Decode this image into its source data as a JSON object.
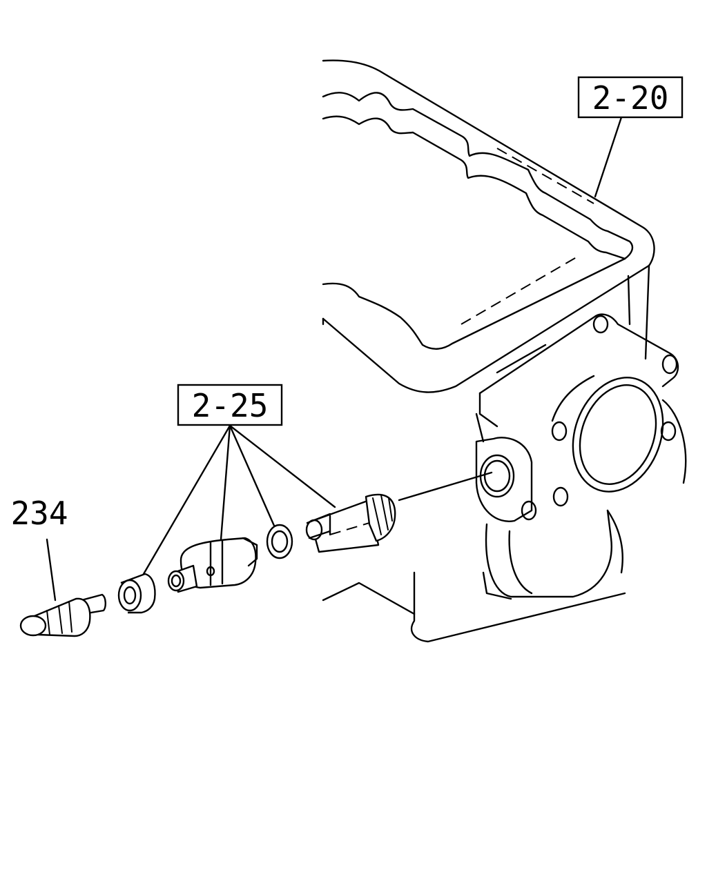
{
  "callouts": {
    "housing_ref": "2-20",
    "speedometer_kit_ref": "2-25",
    "sensor_part": "234"
  }
}
